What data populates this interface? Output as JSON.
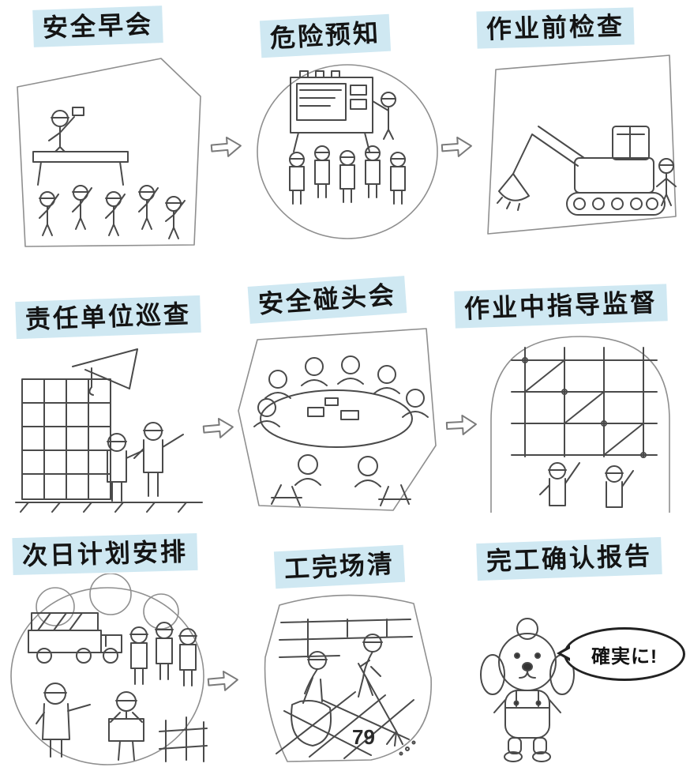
{
  "page": {
    "background": "#ffffff",
    "page_number": "79"
  },
  "colors": {
    "label_background": "#cfe8f2",
    "label_text": "#141414",
    "sketch_ink": "#4a4a4a",
    "border_ink": "#8f8f8f",
    "bubble_border": "#222222"
  },
  "flow": {
    "arrow_glyph": "⇨",
    "direction": "left-to-right, top-to-bottom"
  },
  "panels": [
    {
      "id": "morning-meeting",
      "label": "安全早会",
      "illustration": "safety-morning-meeting"
    },
    {
      "id": "hazard-prediction",
      "label": "危险预知",
      "illustration": "hazard-prediction-board"
    },
    {
      "id": "pre-work-check",
      "label": "作业前检查",
      "illustration": "excavator-inspection"
    },
    {
      "id": "unit-patrol",
      "label": "责任单位巡查",
      "illustration": "site-patrol-with-crane"
    },
    {
      "id": "safety-huddle",
      "label": "安全碰头会",
      "illustration": "round-table-meeting"
    },
    {
      "id": "work-supervision",
      "label": "作业中指导监督",
      "illustration": "scaffold-supervision"
    },
    {
      "id": "next-day-plan",
      "label": "次日计划安排",
      "illustration": "next-day-planning"
    },
    {
      "id": "site-cleanup",
      "label": "工完场清",
      "illustration": "cleanup-sweeping"
    },
    {
      "id": "completion-report",
      "label": "完工确认报告",
      "illustration": "dog-confirmation"
    }
  ],
  "speech_bubble": {
    "text": "確実に!"
  }
}
